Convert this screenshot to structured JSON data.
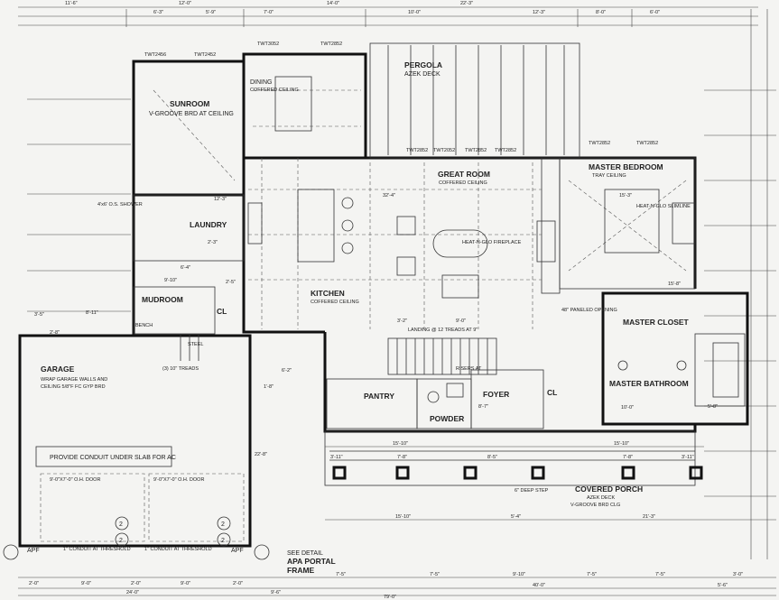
{
  "rooms": {
    "sunroom": {
      "name": "SUNROOM",
      "note": "V-GROOVE BRD AT CEILING"
    },
    "dining": {
      "name": "DINING",
      "note": "COFFERED CEILING"
    },
    "pergola": {
      "name": "PERGOLA",
      "note": "AZEK DECK"
    },
    "great_room": {
      "name": "GREAT ROOM",
      "note": "COFFERED CEILING"
    },
    "master_bedroom": {
      "name": "MASTER BEDROOM",
      "note": "TRAY CEILING"
    },
    "laundry": {
      "name": "LAUNDRY"
    },
    "mudroom": {
      "name": "MUDROOM"
    },
    "kitchen": {
      "name": "KITCHEN",
      "note": "COFFERED CEILING"
    },
    "master_closet": {
      "name": "MASTER CLOSET"
    },
    "master_bathroom": {
      "name": "MASTER BATHROOM"
    },
    "garage": {
      "name": "GARAGE",
      "note1": "WRAP GARAGE WALLS AND",
      "note2": "CEILING 5/8\"F FC GYP BRD"
    },
    "pantry": {
      "name": "PANTRY"
    },
    "powder": {
      "name": "POWDER"
    },
    "foyer": {
      "name": "FOYER"
    },
    "covered_porch": {
      "name": "COVERED PORCH",
      "note1": "AZEK DECK",
      "note2": "V-GROOVE BRD CLG"
    }
  },
  "notes": {
    "fireplace": "HEAT-N-GLO FIREPLACE",
    "fireplace_2": "HEAT-N-GLO SLIMLINE",
    "conduit_ac": "PROVIDE CONDUIT UNDER SLAB FOR AC",
    "conduit_threshold_1": "1\" CONDUIT AT THRESHOLD",
    "conduit_threshold_2": "1\" CONDUIT AT THRESHOLD",
    "door_1": "9'-0\"X7'-0\" O.H. DOOR",
    "door_2": "9'-0\"X7'-0\" O.H. DOOR",
    "treads": "(3) 10\" TREADS",
    "steel": "STEEL",
    "landing": "LANDING @ 12 TREADS AT 9\"",
    "risers": "RISERS AT",
    "step": "6\" DEEP STEP",
    "see_detail": "SEE DETAIL",
    "apa_portal": "APA PORTAL",
    "frame": "FRAME",
    "cl": "CL",
    "cl2": "CL",
    "shower": "4'x6' O.S. SHOWER",
    "bench": "BENCH",
    "paneled": "48\" PANELED OPENING",
    "apf": "APF",
    "apf2": "APF"
  },
  "dims_top": [
    "11'-6\"",
    "12'-0\"",
    "6'-3\"",
    "5'-9\"",
    "7'-0\"",
    "14'-0\"",
    "10'-0\"",
    "22'-3\"",
    "12'-3\"",
    "8'-0\"",
    "6'-0\""
  ],
  "dims_bottom": [
    "2'-0\"",
    "9'-0\"",
    "2'-0\"",
    "9'-0\"",
    "2'-0\"",
    "24'-0\"",
    "7'-5\"",
    "7'-5\"",
    "9'-10\"",
    "7'-5\"",
    "7'-5\"",
    "3'-0\"",
    "9'-6\"",
    "79'-0\"",
    "40'-0\"",
    "5'-6\""
  ],
  "dims_porch": [
    "15'-10\"",
    "15'-10\"",
    "15'-10\"",
    "5'-4\"",
    "21'-3\"",
    "3'-11\"",
    "7'-8\"",
    "8'-5\"",
    "7'-8\"",
    "3'-11\""
  ],
  "dims_misc": [
    "12'-3\"",
    "32'-4\"",
    "15'-3\"",
    "9'-10\"",
    "8'-11\"",
    "3'-5\"",
    "2'-8\"",
    "6'-2\"",
    "3'-2\"",
    "9'-0\"",
    "10'-0\"",
    "5'-8\"",
    "6'-4\"",
    "1'-8\"",
    "8'-7\"",
    "2'-5\"",
    "2'-3\"",
    "22'-8\"",
    "15'-8\""
  ],
  "windows": [
    "TWT2456",
    "TWT2452",
    "TWT3052",
    "TWT2852",
    "TWT2852",
    "TWT2052",
    "TWT2852",
    "TWT2852",
    "TWT2852",
    "TWT2852"
  ],
  "circles": [
    "2",
    "2",
    "2",
    "2"
  ]
}
